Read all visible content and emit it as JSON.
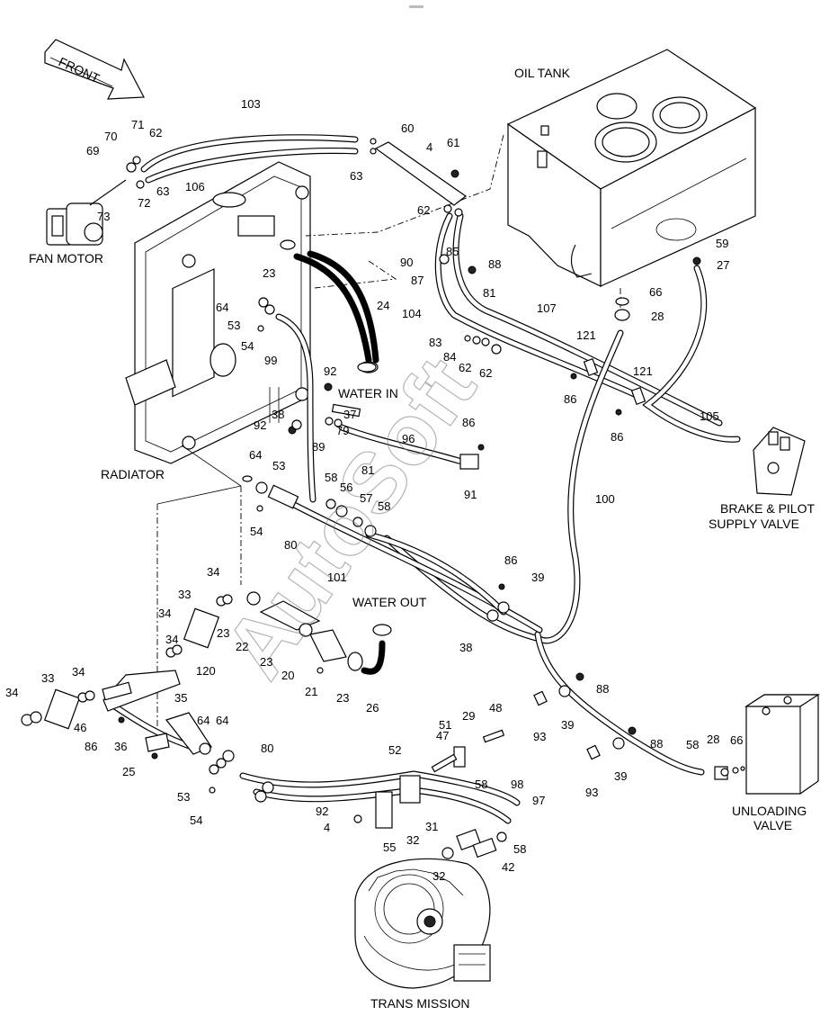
{
  "diagram": {
    "front_arrow_label": "FRONT",
    "watermark": "AutoSoft",
    "component_labels": [
      {
        "id": "oil-tank",
        "text": "OIL TANK"
      },
      {
        "id": "fan-motor",
        "text": "FAN MOTOR"
      },
      {
        "id": "radiator",
        "text": "RADIATOR"
      },
      {
        "id": "water-in",
        "text": "WATER IN"
      },
      {
        "id": "water-out",
        "text": "WATER OUT"
      },
      {
        "id": "brake-valve-1",
        "text": "BRAKE & PILOT"
      },
      {
        "id": "brake-valve-2",
        "text": "SUPPLY VALVE"
      },
      {
        "id": "unloading-valve-1",
        "text": "UNLOADING"
      },
      {
        "id": "unloading-valve-2",
        "text": "VALVE"
      },
      {
        "id": "trans-mission",
        "text": "TRANS MISSION"
      }
    ],
    "part_callouts": [
      "103",
      "70",
      "71",
      "62",
      "69",
      "106",
      "63",
      "72",
      "73",
      "60",
      "4",
      "61",
      "63",
      "62",
      "85",
      "88",
      "90",
      "87",
      "81",
      "104",
      "107",
      "83",
      "84",
      "62",
      "62",
      "59",
      "27",
      "66",
      "28",
      "121",
      "121",
      "86",
      "86",
      "105",
      "23",
      "24",
      "64",
      "53",
      "54",
      "99",
      "92",
      "38",
      "37",
      "89",
      "79",
      "96",
      "86",
      "81",
      "91",
      "92",
      "64",
      "53",
      "54",
      "58",
      "56",
      "57",
      "58",
      "80",
      "100",
      "86",
      "39",
      "38",
      "101",
      "34",
      "33",
      "34",
      "34",
      "23",
      "22",
      "23",
      "20",
      "21",
      "23",
      "26",
      "33",
      "34",
      "34",
      "46",
      "120",
      "35",
      "86",
      "36",
      "25",
      "64",
      "53",
      "54",
      "64",
      "80",
      "47",
      "51",
      "29",
      "48",
      "52",
      "98",
      "97",
      "92",
      "4",
      "55",
      "32",
      "31",
      "42",
      "32",
      "58",
      "58",
      "93",
      "88",
      "39",
      "88",
      "93",
      "39",
      "58",
      "28",
      "66"
    ]
  }
}
